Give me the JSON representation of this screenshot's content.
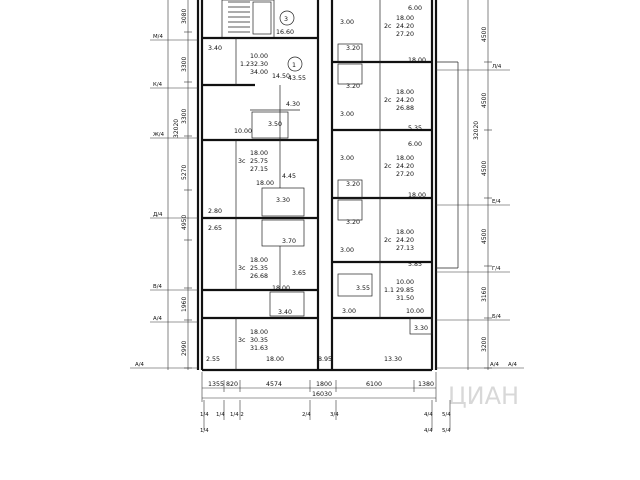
{
  "plan": {
    "watermark": "ЦИАН",
    "section_markers": [
      "1",
      "3"
    ],
    "rooms_left": [
      {
        "id": "l1",
        "labels": [
          "10.00",
          "1.2",
          "32.30",
          "34.00"
        ]
      },
      {
        "id": "l2",
        "labels": [
          "18.00",
          "3с",
          "25.75",
          "27.15"
        ]
      },
      {
        "id": "l3",
        "labels": [
          "18.00",
          "3с",
          "25.35",
          "26.68"
        ]
      },
      {
        "id": "l4",
        "labels": [
          "18.00",
          "3с",
          "30.35",
          "31.63"
        ]
      }
    ],
    "rooms_right": [
      {
        "id": "r1",
        "labels": [
          "18.00",
          "2с",
          "24.20",
          "27.20"
        ]
      },
      {
        "id": "r2",
        "labels": [
          "18.00",
          "2с",
          "24.20",
          "26.88"
        ]
      },
      {
        "id": "r3",
        "labels": [
          "18.00",
          "2с",
          "24.20",
          "27.20"
        ]
      },
      {
        "id": "r4",
        "labels": [
          "18.00",
          "2с",
          "24.20",
          "27.13"
        ]
      },
      {
        "id": "r5",
        "labels": [
          "10.00",
          "1.1",
          "29.85",
          "31.50"
        ]
      }
    ],
    "area_labels": [
      "16.60",
      "3.40",
      "14.50",
      "43.55",
      "4.30",
      "3.50",
      "10.00",
      "4.45",
      "18.00",
      "3.30",
      "2.80",
      "2.65",
      "3.70",
      "3.65",
      "18.00",
      "3.40",
      "18.00",
      "2.55",
      "8.95",
      "3.00",
      "3.20",
      "3.20",
      "3.00",
      "6.00",
      "18.00",
      "5.35",
      "3.00",
      "6.00",
      "3.20",
      "18.00",
      "3.20",
      "3.00",
      "5.85",
      "3.55",
      "3.00",
      "10.00",
      "3.30",
      "13.30"
    ],
    "left_axis_labels": [
      "М/4",
      "К/4",
      "Ж/4",
      "Д/4",
      "В/4",
      "А/4",
      "А/4"
    ],
    "right_axis_labels": [
      "Л/4",
      "Е/4",
      "Г/4",
      "Б/4",
      "А/4",
      "А/4"
    ],
    "left_dims": [
      "3080",
      "3300",
      "3300",
      "5270",
      "4950",
      "1960",
      "2990",
      "32020"
    ],
    "right_dims": [
      "4500",
      "4500",
      "4500",
      "4500",
      "3160",
      "3200",
      "32020"
    ],
    "bottom_dims": [
      "1355",
      "820",
      "4574",
      "1800",
      "6100",
      "1380",
      "16030"
    ],
    "bottom_axis_labels": [
      "1/4",
      "1/4",
      "1/4 2",
      "2/4",
      "3/4",
      "4/4",
      "5/4",
      "1/4",
      "4/4",
      "5/4"
    ]
  }
}
